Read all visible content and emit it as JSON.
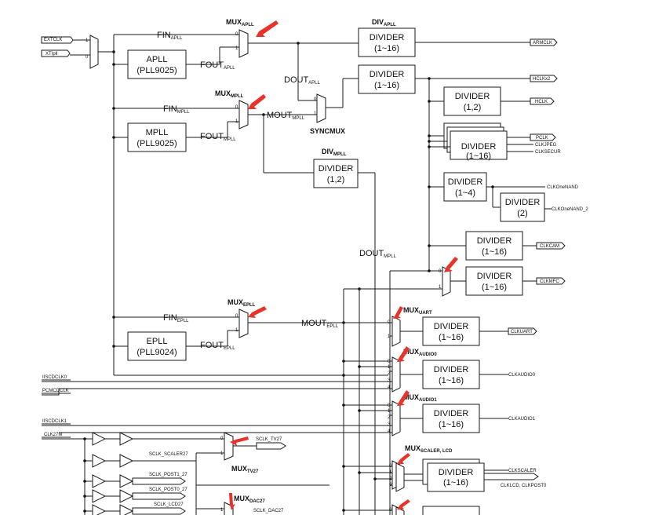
{
  "inputs": {
    "extclk": "EXTCLK",
    "xtipll": "XTIpll",
    "iiscdclk0": "IISCDCLK0",
    "pcmcdclk": "PCMCDCLK",
    "iiscdclk1": "IISCDCLK1",
    "clk27m": "CLK27M"
  },
  "plls": {
    "apll_line1": "APLL",
    "apll_line2": "(PLL9025)",
    "mpll_line1": "MPLL",
    "mpll_line2": "(PLL9025)",
    "epll_line1": "EPLL",
    "epll_line2": "(PLL9024)"
  },
  "signals": {
    "fin_apll": "FIN",
    "fin_apll_sub": "APLL",
    "fout_apll": "FOUT",
    "fout_apll_sub": "APLL",
    "fin_mpll": "FIN",
    "fin_mpll_sub": "MPLL",
    "fout_mpll": "FOUT",
    "fout_mpll_sub": "MPLL",
    "fin_epll": "FIN",
    "fin_epll_sub": "EPLL",
    "fout_epll": "FOUT",
    "fout_epll_sub": "EPLL",
    "dout_apll": "DOUT",
    "dout_apll_sub": "APLL",
    "mout_mpll": "MOUT",
    "mout_mpll_sub": "MPLL",
    "dout_mpll": "DOUT",
    "dout_mpll_sub": "MPLL",
    "mout_epll": "MOUT",
    "mout_epll_sub": "EPLL",
    "sclk_scaler27": "SCLK_SCALER27",
    "sclk_post1_27": "SCLK_POST1_27",
    "sclk_post0_27": "SCLK_POST0_27",
    "sclk_lcd27": "SCLK_LCD27",
    "sclk_tv27": "SCLK_TV27",
    "sclk_dac27": "SCLK_DAC27"
  },
  "mux_names": {
    "apll": "MUX",
    "apll_sub": "APLL",
    "mpll": "MUX",
    "mpll_sub": "MPLL",
    "epll": "MUX",
    "epll_sub": "EPLL",
    "syncmux": "SYNCMUX",
    "uart": "MUX",
    "uart_sub": "UART",
    "audio0": "MUX",
    "audio0_sub": "AUDIO0",
    "audio1": "MUX",
    "audio1_sub": "AUDIO1",
    "scaler_lcd": "MUX",
    "scaler_lcd_sub": "SCALER, LCD",
    "tv27": "MUX",
    "tv27_sub": "TV27",
    "dac27": "MUX",
    "dac27_sub": "DAC27"
  },
  "div_names": {
    "apll": "DIV",
    "apll_sub": "APLL",
    "mpll": "DIV",
    "mpll_sub": "MPLL"
  },
  "dividers": {
    "title": "DIVIDER",
    "r1_16": "(1~16)",
    "r1_2": "(1,2)",
    "r1_4": "(1~4)",
    "r2": "(2)"
  },
  "mux_pins": {
    "p0": "0",
    "p1": "1",
    "p2": "2",
    "p3": "3",
    "p4": "4"
  },
  "outputs": {
    "armclk": "ARMCLK",
    "hclkx2": "HCLKx2",
    "hclk": "HCLK",
    "pclk": "PCLK",
    "clkjpeg": "CLKJPEG",
    "clksecur": "CLKSECUR",
    "clkonenand": "CLKOneNAND",
    "clkonenand2": "CLKOneNAND_2",
    "clkcam": "CLKCAM",
    "clkmfc": "CLKMFC",
    "clkuart": "CLKUART",
    "clkaudio0": "CLKAUDIO0",
    "clkaudio1": "CLKAUDIO1",
    "clkscaler": "CLKSCALER",
    "clklcd_post0": "CLKLCD, CLKPOST0"
  },
  "colors": {
    "line": "#1a1a1a",
    "pointer_arrow": "#e8332a",
    "background": "#ffffff"
  }
}
